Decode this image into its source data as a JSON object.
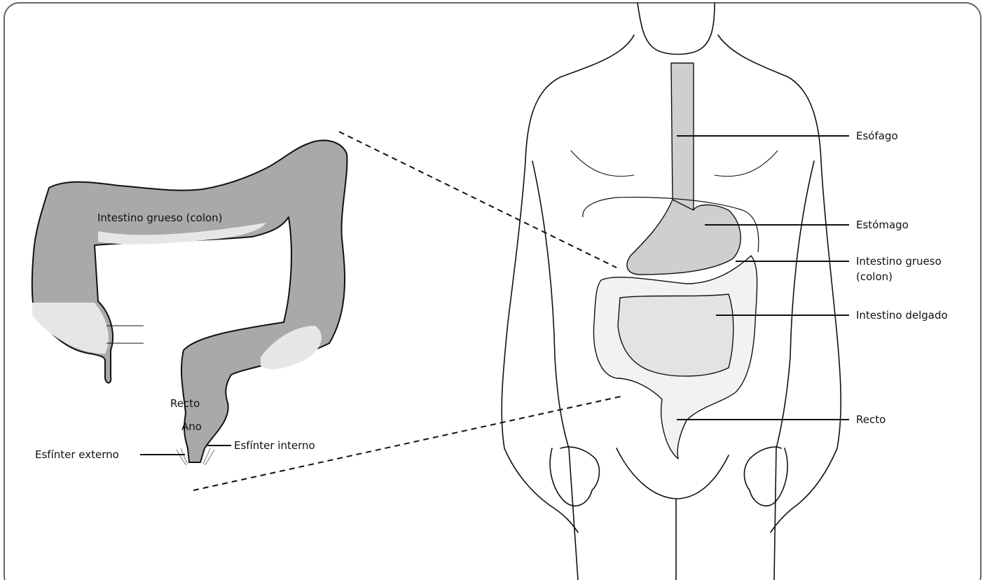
{
  "colors": {
    "colon_fill": "#a9a9a9",
    "colon_light": "#e6e6e6",
    "organ_fill": "#cfcfcf",
    "line": "#111111",
    "frame_stroke": "#666666"
  },
  "icons": [
    "colon-detail-illustration",
    "human-torso-outline"
  ],
  "detail_labels": {
    "colon": "Intestino grueso (colon)",
    "rectum": "Recto",
    "anus": "Ano",
    "external_sphincter": "Esfínter externo",
    "internal_sphincter": "Esfínter interno"
  },
  "body_labels": {
    "esophagus": "Esófago",
    "stomach": "Estómago",
    "large_intestine_line1": "Intestino grueso",
    "large_intestine_line2": "(colon)",
    "small_intestine": "Intestino delgado",
    "rectum": "Recto"
  }
}
